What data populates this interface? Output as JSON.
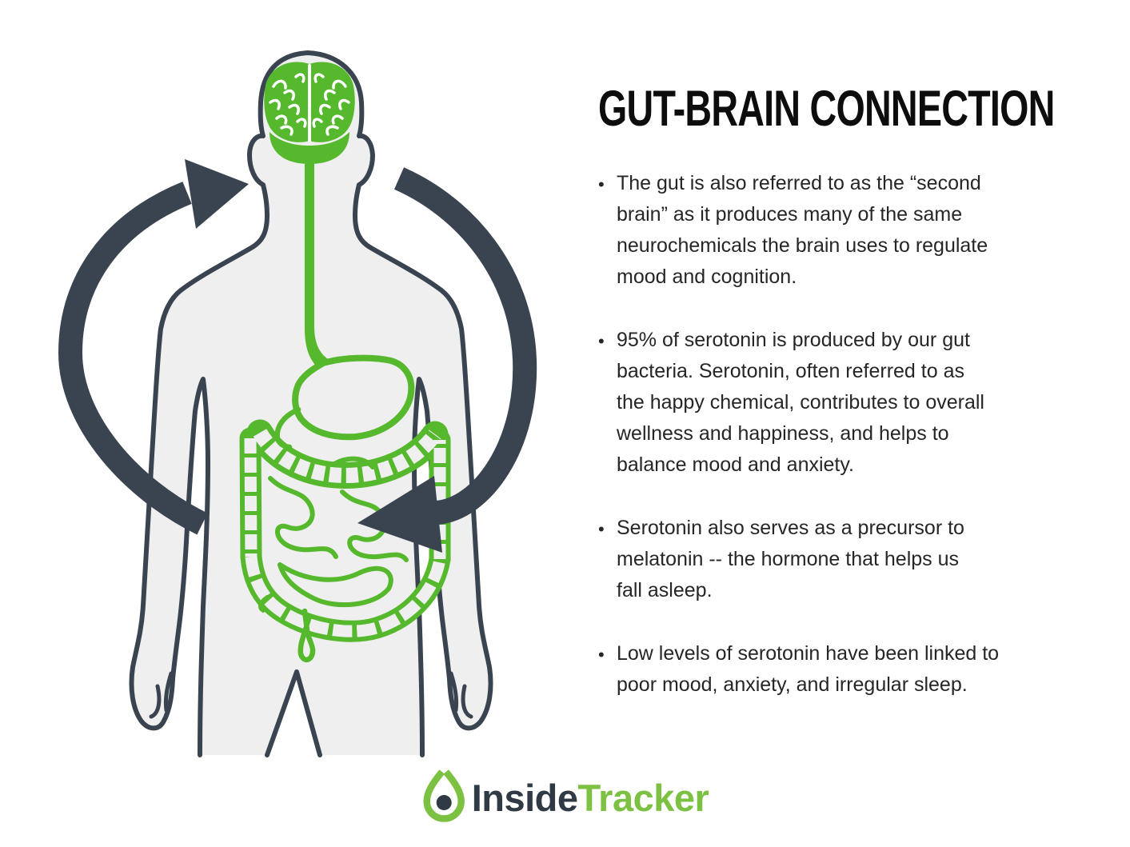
{
  "title": "GUT-BRAIN CONNECTION",
  "bullet_glyph": "•",
  "bullets": [
    {
      "text": "The gut is also referred to as the “second\nbrain” as it produces many of the same\nneurochemicals the brain uses to regulate\nmood and cognition."
    },
    {
      "text": "95% of serotonin is produced by our gut\nbacteria. Serotonin, often referred to as\nthe happy chemical, contributes to overall\nwellness and happiness, and helps to\nbalance mood and anxiety."
    },
    {
      "text": "Serotonin also serves as a precursor to\nmelatonin -- the hormone that helps us\nfall asleep."
    },
    {
      "text": "Low levels of serotonin have been linked to\npoor mood, anxiety, and irregular sleep."
    }
  ],
  "logo": {
    "part1": "Inside",
    "part2": "Tracker",
    "icon": "insidetracker-drop-icon"
  },
  "illustration": {
    "icons": [
      "brain-icon",
      "vagus-nerve",
      "stomach-icon",
      "colon-icon",
      "small-intestine-icon",
      "cycle-arrow-up-icon",
      "cycle-arrow-down-icon",
      "human-silhouette"
    ]
  },
  "colors": {
    "background": "#FFFFFF",
    "dark_slate": "#3A4450",
    "body_fill": "#EFEFEF",
    "anatomy_green": "#56B82C",
    "logo_green": "#7CC142",
    "logo_dark": "#2F3A44",
    "title_color": "#0D0D0D",
    "text_color": "#262626"
  }
}
